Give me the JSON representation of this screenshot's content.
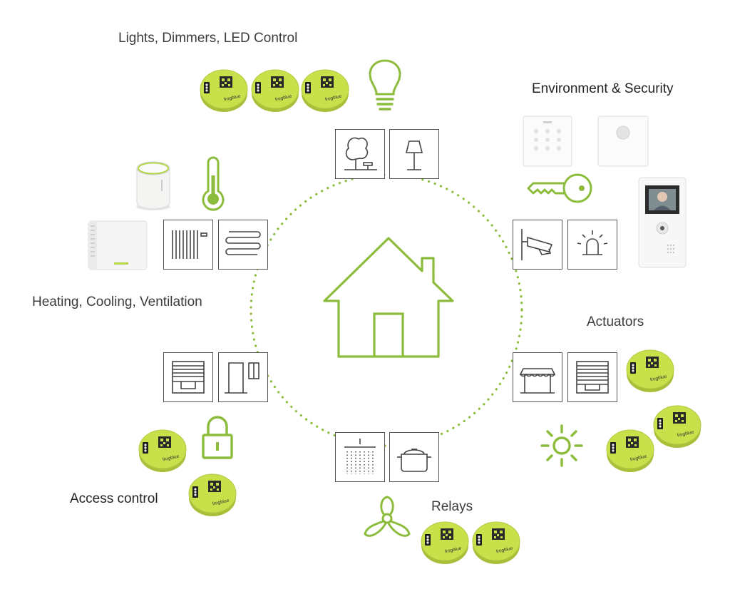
{
  "labels": {
    "lights": "Lights, Dimmers, LED Control",
    "environment": "Environment & Security",
    "heating": "Heating, Cooling, Ventilation",
    "actuators": "Actuators",
    "access": "Access control",
    "relays": "Relays"
  },
  "module_text": {
    "brand": "frogblue"
  },
  "colors": {
    "accent": "#8cbc3b",
    "module": "#c8e04a",
    "tile_border": "#555555",
    "text": "#3c3c3c"
  },
  "icons": {
    "center": "house-icon",
    "lights": "light-bulb-icon",
    "heating": "thermometer-icon",
    "security": "key-icon",
    "actuators": "sun-icon",
    "access": "padlock-icon",
    "relays": "fan-icon"
  }
}
